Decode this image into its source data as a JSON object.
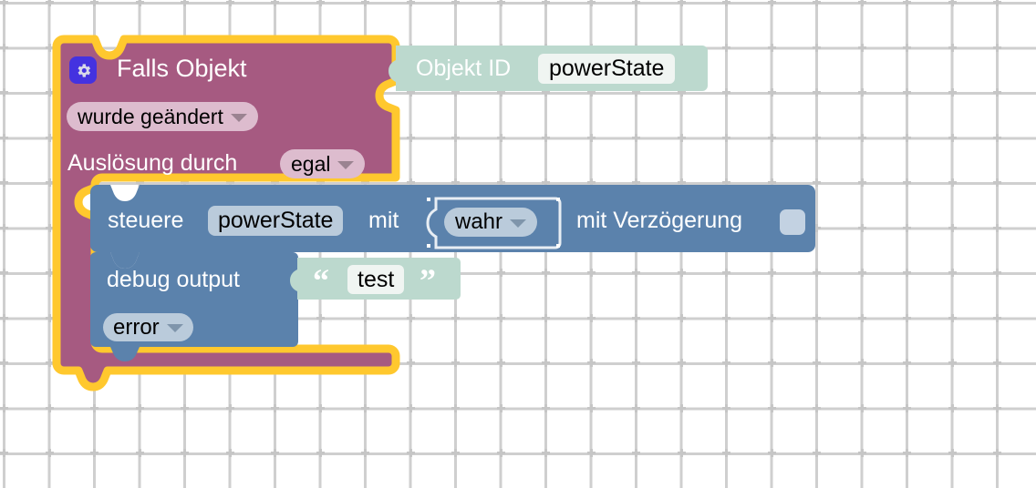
{
  "app": {
    "name": "blockly-workspace",
    "background_color": "#ffffff",
    "grid_marker_color": "#c6c6c6",
    "grid_spacing": 49.5
  },
  "palette": {
    "trigger_block": "#a65a81",
    "trigger_field": "#ddbcce",
    "value_block": "#bcd9ce",
    "value_field": "#f0f5f2",
    "action_block": "#5b82ac",
    "action_field": "#bacbdb",
    "selection_outline": "#ffc82e",
    "sub_selection_outline": "#e8eef4",
    "gear_button": "#4432e0",
    "dropdown_arrow_trigger": "#9b8391",
    "dropdown_arrow_action": "#7f95ab"
  },
  "blocks": {
    "trigger": {
      "name": "falls-objekt-trigger",
      "title": "Falls Objekt",
      "gear_icon": "gear-icon",
      "selected": true,
      "condition_dropdown": {
        "value": "wurde geändert",
        "icon": "chevron-down-icon"
      },
      "source_label": "Auslösung durch",
      "source_dropdown": {
        "value": "egal",
        "icon": "chevron-down-icon"
      }
    },
    "object_id": {
      "name": "objekt-id-value-block",
      "label": "Objekt ID",
      "value": "powerState"
    },
    "control": {
      "name": "steuere-action-block",
      "label_prefix": "steuere",
      "target": "powerState",
      "label_mit": "mit",
      "value_dropdown": {
        "value": "wahr",
        "icon": "chevron-down-icon",
        "selected": true
      },
      "delay_label": "mit Verzögerung",
      "delay_checkbox": {
        "name": "delay-checkbox",
        "checked": false
      }
    },
    "debug": {
      "name": "debug-output-block",
      "label": "debug output",
      "severity_dropdown": {
        "value": "error",
        "icon": "chevron-down-icon"
      },
      "text_value": {
        "name": "text-string-block",
        "open_quote": "“",
        "close_quote": "”",
        "value": "test"
      }
    }
  }
}
